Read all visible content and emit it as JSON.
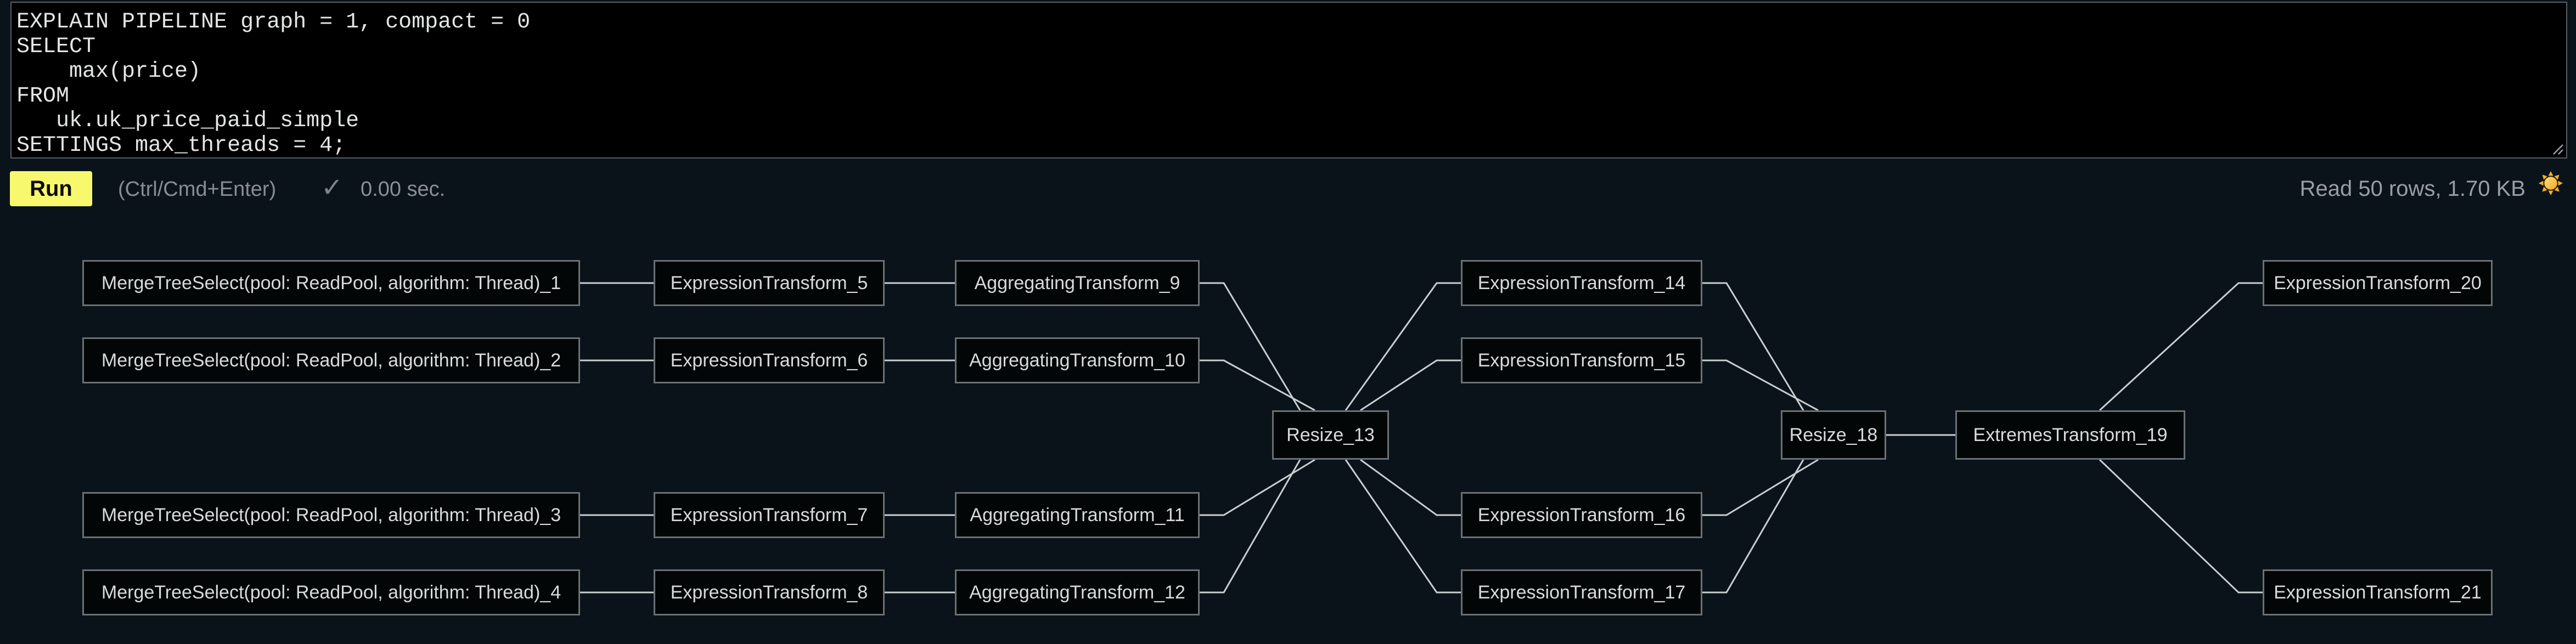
{
  "editor": {
    "sql": "EXPLAIN PIPELINE graph = 1, compact = 0\nSELECT\n    max(price)\nFROM\n   uk.uk_price_paid_simple\nSETTINGS max_threads = 4;"
  },
  "toolbar": {
    "run_label": "Run",
    "shortcut_hint": "(Ctrl/Cmd+Enter)",
    "status_check": "✓",
    "elapsed": "0.00 sec.",
    "read_stats": "Read 50 rows, 1.70 KB",
    "theme_icon": "sun-icon"
  },
  "colors": {
    "accent_yellow": "#f8f86e",
    "page_bg": "#0b131a",
    "editor_bg": "#000000",
    "node_fill": "#020607",
    "node_border": "#6a7073",
    "edge_line": "#c9cecf",
    "sun_core": "#ffd74e",
    "sun_rays": "#f4ae2b"
  },
  "graph": {
    "nodes": [
      {
        "id": "1",
        "label": "MergeTreeSelect(pool: ReadPool, algorithm: Thread)_1"
      },
      {
        "id": "2",
        "label": "MergeTreeSelect(pool: ReadPool, algorithm: Thread)_2"
      },
      {
        "id": "3",
        "label": "MergeTreeSelect(pool: ReadPool, algorithm: Thread)_3"
      },
      {
        "id": "4",
        "label": "MergeTreeSelect(pool: ReadPool, algorithm: Thread)_4"
      },
      {
        "id": "5",
        "label": "ExpressionTransform_5"
      },
      {
        "id": "6",
        "label": "ExpressionTransform_6"
      },
      {
        "id": "7",
        "label": "ExpressionTransform_7"
      },
      {
        "id": "8",
        "label": "ExpressionTransform_8"
      },
      {
        "id": "9",
        "label": "AggregatingTransform_9"
      },
      {
        "id": "10",
        "label": "AggregatingTransform_10"
      },
      {
        "id": "11",
        "label": "AggregatingTransform_11"
      },
      {
        "id": "12",
        "label": "AggregatingTransform_12"
      },
      {
        "id": "13",
        "label": "Resize_13"
      },
      {
        "id": "14",
        "label": "ExpressionTransform_14"
      },
      {
        "id": "15",
        "label": "ExpressionTransform_15"
      },
      {
        "id": "16",
        "label": "ExpressionTransform_16"
      },
      {
        "id": "17",
        "label": "ExpressionTransform_17"
      },
      {
        "id": "18",
        "label": "Resize_18"
      },
      {
        "id": "19",
        "label": "ExtremesTransform_19"
      },
      {
        "id": "20",
        "label": "ExpressionTransform_20"
      },
      {
        "id": "21",
        "label": "ExpressionTransform_21"
      }
    ],
    "edges": [
      {
        "from": "1",
        "to": "5"
      },
      {
        "from": "2",
        "to": "6"
      },
      {
        "from": "3",
        "to": "7"
      },
      {
        "from": "4",
        "to": "8"
      },
      {
        "from": "5",
        "to": "9"
      },
      {
        "from": "6",
        "to": "10"
      },
      {
        "from": "7",
        "to": "11"
      },
      {
        "from": "8",
        "to": "12"
      },
      {
        "from": "9",
        "to": "13"
      },
      {
        "from": "10",
        "to": "13"
      },
      {
        "from": "11",
        "to": "13"
      },
      {
        "from": "12",
        "to": "13"
      },
      {
        "from": "13",
        "to": "14"
      },
      {
        "from": "13",
        "to": "15"
      },
      {
        "from": "13",
        "to": "16"
      },
      {
        "from": "13",
        "to": "17"
      },
      {
        "from": "14",
        "to": "18"
      },
      {
        "from": "15",
        "to": "18"
      },
      {
        "from": "16",
        "to": "18"
      },
      {
        "from": "17",
        "to": "18"
      },
      {
        "from": "18",
        "to": "19"
      },
      {
        "from": "19",
        "to": "20"
      },
      {
        "from": "19",
        "to": "21"
      }
    ]
  }
}
